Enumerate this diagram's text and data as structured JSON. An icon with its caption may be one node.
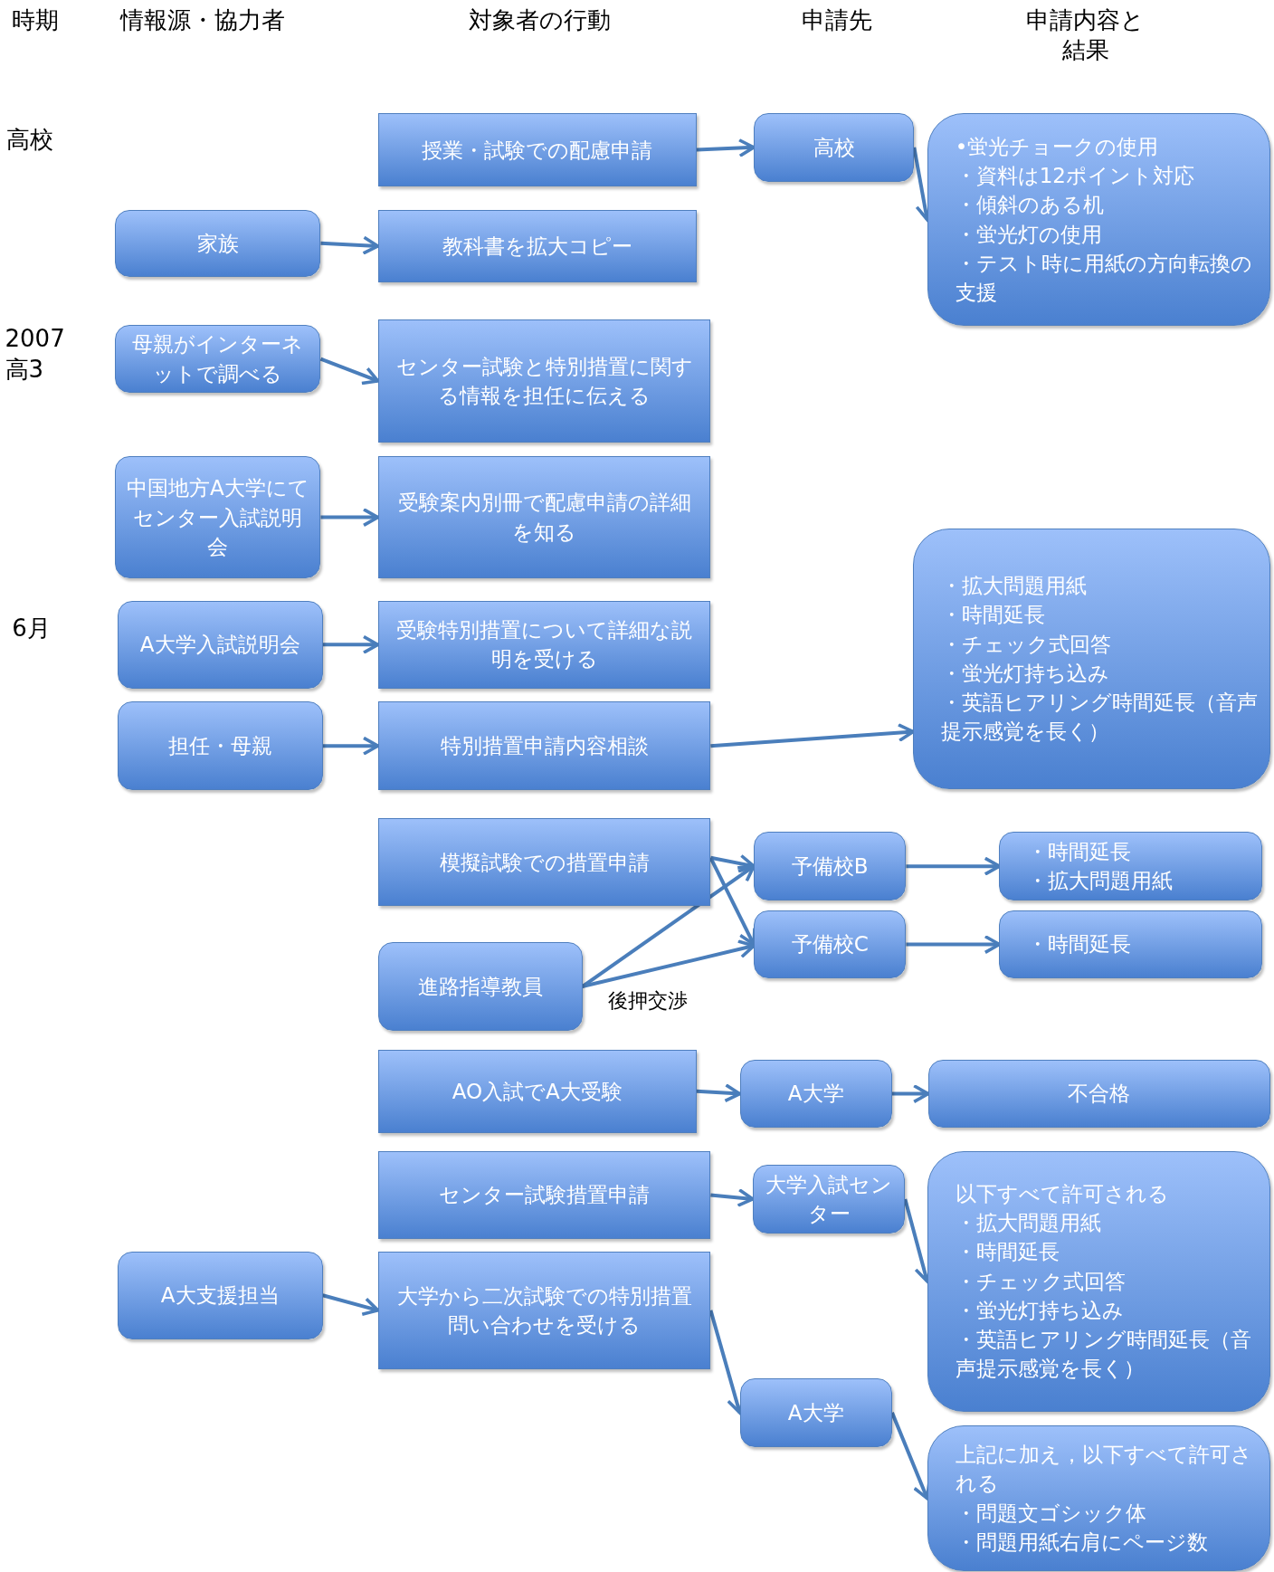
{
  "diagram": {
    "nodes": [
      {
        "text": [
          "授業・試験での配慮申請"
        ]
      },
      {
        "text": [
          "高校"
        ]
      },
      {
        "text": [
          "•蛍光チョークの使用",
          "・資料は12ポイント対応",
          "・傾斜のある机",
          "・蛍光灯の使用",
          "・テスト時に用紙の方向転換の支援"
        ]
      },
      {
        "text": [
          "家族"
        ]
      },
      {
        "text": [
          "教科書を拡大コピー"
        ]
      },
      {
        "text": [
          "母親がインターネットで調べる"
        ]
      },
      {
        "text": [
          "センター試験と特別措置に関する情報を担任に伝える"
        ]
      },
      {
        "text": [
          "中国地方A大学にてセンター入試説明会"
        ]
      },
      {
        "text": [
          "受験案内別冊で配慮申請の詳細を知る"
        ]
      },
      {
        "text": [
          "A大学入試説明会"
        ]
      },
      {
        "text": [
          "受験特別措置について詳細な説明を受ける"
        ]
      },
      {
        "text": [
          "担任・母親"
        ]
      },
      {
        "text": [
          "特別措置申請内容相談"
        ]
      },
      {
        "text": [
          "・拡大問題用紙",
          "・時間延長",
          "・チェック式回答",
          "・蛍光灯持ち込み",
          "・英語ヒアリング時間延長（音声提示感覚を長く）"
        ]
      },
      {
        "text": [
          "模擬試験での措置申請"
        ]
      },
      {
        "text": [
          "予備校B"
        ]
      },
      {
        "text": [
          "予備校C"
        ]
      },
      {
        "text": [
          "・時間延長",
          "・拡大問題用紙"
        ]
      },
      {
        "text": [
          "・時間延長"
        ]
      },
      {
        "text": [
          "進路指導教員"
        ]
      },
      {
        "text": [
          "AO入試でA大受験"
        ]
      },
      {
        "text": [
          "A大学"
        ]
      },
      {
        "text": [
          "不合格"
        ]
      },
      {
        "text": [
          "センター試験措置申請"
        ]
      },
      {
        "text": [
          "大学入試センター"
        ]
      },
      {
        "text": [
          "以下すべて許可される",
          "・拡大問題用紙",
          "・時間延長",
          "・チェック式回答",
          "・蛍光灯持ち込み",
          "・英語ヒアリング時間延長（音声提示感覚を長く）"
        ]
      },
      {
        "text": [
          "A大支援担当"
        ]
      },
      {
        "text": [
          "大学から二次試験での特別措置問い合わせを受ける"
        ]
      },
      {
        "text": [
          "A大学"
        ]
      },
      {
        "text": [
          "上記に加え，以下すべて許可される",
          "・問題文ゴシック体",
          "・問題用紙右肩にページ数"
        ]
      }
    ],
    "edges": [
      {
        "from": 0,
        "to": 1,
        "arrow": "to"
      },
      {
        "from": 1,
        "to": 2,
        "arrow": "to"
      },
      {
        "from": 3,
        "to": 4,
        "arrow": "to"
      },
      {
        "from": 5,
        "to": 6,
        "arrow": "to"
      },
      {
        "from": 7,
        "to": 8,
        "arrow": "to"
      },
      {
        "from": 9,
        "to": 10,
        "arrow": "to"
      },
      {
        "from": 11,
        "to": 12,
        "arrow": "to"
      },
      {
        "from": 12,
        "to": 13,
        "arrow": "to"
      },
      {
        "from": 14,
        "to": 15,
        "arrow": "to"
      },
      {
        "from": 14,
        "to": 16,
        "arrow": "to"
      },
      {
        "from": 19,
        "to": 15,
        "arrow": "to"
      },
      {
        "from": 19,
        "to": 16,
        "arrow": "to",
        "label": "後押交渉"
      },
      {
        "from": 15,
        "to": 17,
        "arrow": "to"
      },
      {
        "from": 16,
        "to": 18,
        "arrow": "to"
      },
      {
        "from": 20,
        "to": 21,
        "arrow": "to"
      },
      {
        "from": 21,
        "to": 22,
        "arrow": "to"
      },
      {
        "from": 23,
        "to": 24,
        "arrow": "to"
      },
      {
        "from": 24,
        "to": 25,
        "arrow": "to"
      },
      {
        "from": 26,
        "to": 27,
        "arrow": "to"
      },
      {
        "from": 27,
        "to": 28,
        "arrow": "to"
      },
      {
        "from": 28,
        "to": 29,
        "arrow": "to"
      }
    ],
    "labels": [
      "時期",
      "情報源・協力者",
      "対象者の行動",
      "申請先",
      "申請内容と結果",
      "高校",
      "2007 高3",
      "6月"
    ]
  }
}
